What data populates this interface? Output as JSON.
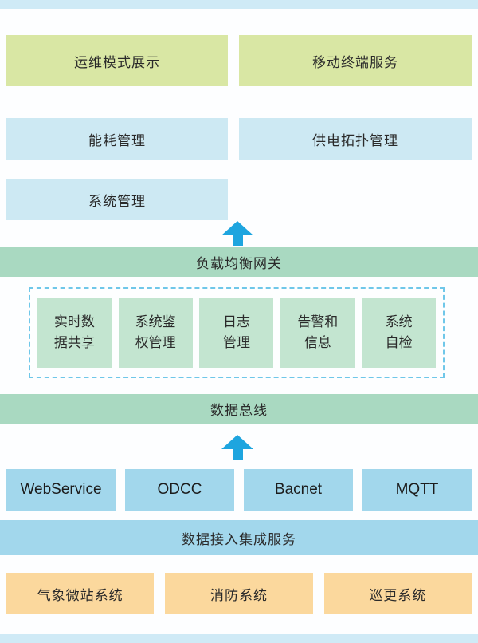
{
  "diagram": {
    "top_row": [
      {
        "label": "运维模式展示"
      },
      {
        "label": "移动终端服务"
      }
    ],
    "mgmt_row1": [
      {
        "label": "能耗管理"
      },
      {
        "label": "供电拓扑管理"
      }
    ],
    "mgmt_row2": [
      {
        "label": "系统管理"
      }
    ],
    "gateway_banner": {
      "label": "负载均衡网关"
    },
    "gateway_services": [
      {
        "label": "实时数\n据共享"
      },
      {
        "label": "系统鉴\n权管理"
      },
      {
        "label": "日志\n管理"
      },
      {
        "label": "告警和\n信息"
      },
      {
        "label": "系统\n自检"
      }
    ],
    "bus_banner": {
      "label": "数据总线"
    },
    "protocols": [
      {
        "label": "WebService"
      },
      {
        "label": "ODCC"
      },
      {
        "label": "Bacnet"
      },
      {
        "label": "MQTT"
      }
    ],
    "ingest_banner": {
      "label": "数据接入集成服务"
    },
    "external_systems": [
      {
        "label": "气象微站系统"
      },
      {
        "label": "消防系统"
      },
      {
        "label": "巡更系统"
      }
    ],
    "colors": {
      "display_box": "#d9e7a4",
      "blue_box": "#cde9f3",
      "green_banner": "#a9d9c1",
      "service_box": "#c3e5d0",
      "dashed_border": "#6fc7e9",
      "arrow": "#1ea5df",
      "protocol_box": "#a2d7ec",
      "ingest_banner": "#a2d7ec",
      "external_box": "#fbd89d",
      "edge_strip": "#cfeaf6",
      "text": "#2a2a2a"
    }
  }
}
